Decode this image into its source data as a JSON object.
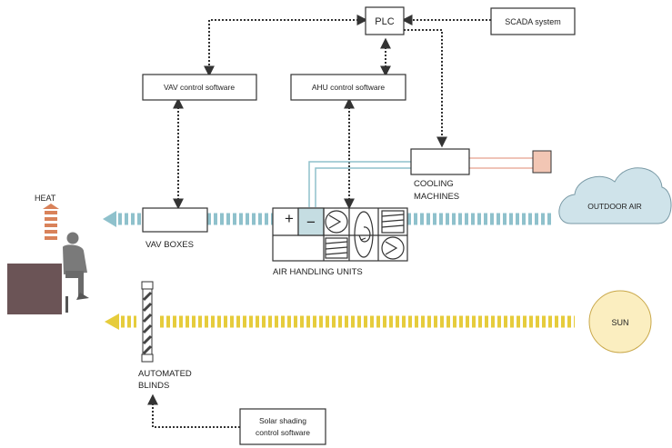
{
  "labels": {
    "plc": "PLC",
    "scada": "SCADA system",
    "vav_software": "VAV control software",
    "ahu_software": "AHU control software",
    "cooling_line1": "COOLING",
    "cooling_line2": "MACHINES",
    "heat": "HEAT",
    "vav_boxes": "VAV BOXES",
    "ahu_units": "AIR HANDLING UNITS",
    "outdoor_air": "OUTDOOR AIR",
    "sun": "SUN",
    "blinds_line1": "AUTOMATED",
    "blinds_line2": "BLINDS",
    "solar_line1": "Solar shading",
    "solar_line2": "control software"
  },
  "ahu_symbols": {
    "plus": "+",
    "minus": "−"
  },
  "colors": {
    "air_flow": "#8fc1cc",
    "sun_flow": "#e6cc3c",
    "heat": "#d9825a",
    "cloud": "#cfe3ea",
    "sun": "#fbeec0",
    "cooling_pipe": "#eab0a0",
    "cooling_unit": "#f2c6b4",
    "coil": "#c5dde2",
    "desk": "#6b5456"
  }
}
